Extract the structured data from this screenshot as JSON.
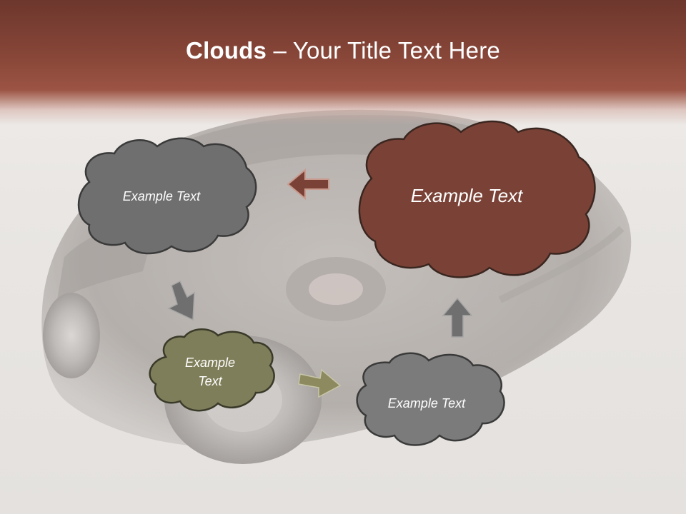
{
  "slide": {
    "title_bold": "Clouds",
    "title_dash": " – ",
    "title_rest": "Your Title Text Here"
  },
  "clouds": [
    {
      "id": "top-left",
      "text": "Example Text",
      "fill": "#6f6f6f"
    },
    {
      "id": "top-right",
      "text": "Example Text",
      "fill": "#7a4236"
    },
    {
      "id": "bottom-left",
      "text": "Example Text",
      "fill": "#7f7e5a"
    },
    {
      "id": "bottom-right",
      "text": "Example Text",
      "fill": "#7b7b7b"
    }
  ],
  "colors": {
    "header": "#874638",
    "arrow_brown": "#7a4236",
    "arrow_gray": "#6f6f6f",
    "arrow_olive": "#8c8a5e",
    "cloud_outline": "#3a3a3a"
  }
}
